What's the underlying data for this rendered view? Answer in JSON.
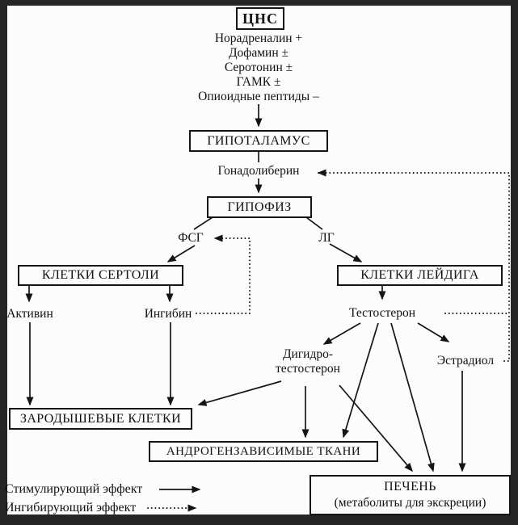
{
  "frame": {
    "paper_color": "#fcfcfc",
    "border_color": "#262626",
    "ink_color": "#151515"
  },
  "nodes": {
    "cns": "ЦНС",
    "hypothalamus": "ГИПОТАЛАМУС",
    "pituitary": "ГИПОФИЗ",
    "sertoli": "КЛЕТКИ СЕРТОЛИ",
    "leydig": "КЛЕТКИ ЛЕЙДИГА",
    "germ_cells": "ЗАРОДЫШЕВЫЕ КЛЕТКИ",
    "androgen_tissues": "АНДРОГЕНЗАВИСИМЫЕ ТКАНИ",
    "liver_title": "ПЕЧЕНЬ",
    "liver_subtitle": "(метаболиты для экскреции)"
  },
  "neurotransmitters": [
    "Норадреналин +",
    "Дофамин ±",
    "Серотонин ±",
    "ГАМК ±",
    "Опиоидные пептиды –"
  ],
  "hormones": {
    "gonadoliberin": "Гонадолиберин",
    "fsh": "ФСГ",
    "lh": "ЛГ",
    "activin": "Активин",
    "inhibin": "Ингибин",
    "testosterone": "Тестостерон",
    "dht_line1": "Дигидро-",
    "dht_line2": "тестостерон",
    "estradiol": "Эстрадиол"
  },
  "legend": {
    "stimulating": "Стимулирующий эффект",
    "inhibiting": "Ингибирующий эффект"
  },
  "edges": [
    {
      "from": "ЦНС (нейромедиаторы)",
      "to": "ГИПОТАЛАМУС",
      "type": "stimulating"
    },
    {
      "from": "ГИПОТАЛАМУС",
      "to": "Гонадолиберин",
      "type": "plain"
    },
    {
      "from": "Гонадолиберин",
      "to": "ГИПОФИЗ",
      "type": "stimulating"
    },
    {
      "from": "ГИПОФИЗ",
      "to": "ФСГ",
      "type": "plain"
    },
    {
      "from": "ГИПОФИЗ",
      "to": "ЛГ",
      "type": "plain"
    },
    {
      "from": "ФСГ",
      "to": "КЛЕТКИ СЕРТОЛИ",
      "type": "stimulating"
    },
    {
      "from": "ЛГ",
      "to": "КЛЕТКИ ЛЕЙДИГА",
      "type": "stimulating"
    },
    {
      "from": "КЛЕТКИ СЕРТОЛИ",
      "to": "Активин",
      "type": "stimulating"
    },
    {
      "from": "КЛЕТКИ СЕРТОЛИ",
      "to": "Ингибин",
      "type": "stimulating"
    },
    {
      "from": "Активин",
      "to": "ЗАРОДЫШЕВЫЕ КЛЕТКИ",
      "type": "stimulating"
    },
    {
      "from": "Ингибин",
      "to": "ЗАРОДЫШЕВЫЕ КЛЕТКИ",
      "type": "stimulating"
    },
    {
      "from": "Ингибин",
      "to": "ФСГ",
      "type": "inhibiting"
    },
    {
      "from": "КЛЕТКИ ЛЕЙДИГА",
      "to": "Тестостерон",
      "type": "stimulating"
    },
    {
      "from": "Тестостерон",
      "to": "Дигидро-тестостерон",
      "type": "stimulating"
    },
    {
      "from": "Тестостерон",
      "to": "АНДРОГЕНЗАВИСИМЫЕ ТКАНИ",
      "type": "stimulating"
    },
    {
      "from": "Тестостерон",
      "to": "ПЕЧЕНЬ",
      "type": "stimulating"
    },
    {
      "from": "Тестостерон",
      "to": "Эстрадиол",
      "type": "stimulating"
    },
    {
      "from": "Тестостерон",
      "to": "Гонадолиберин",
      "type": "inhibiting"
    },
    {
      "from": "Дигидро-тестостерон",
      "to": "ЗАРОДЫШЕВЫЕ КЛЕТКИ",
      "type": "stimulating"
    },
    {
      "from": "Дигидро-тестостерон",
      "to": "АНДРОГЕНЗАВИСИМЫЕ ТКАНИ",
      "type": "stimulating"
    },
    {
      "from": "Дигидро-тестостерон",
      "to": "ПЕЧЕНЬ",
      "type": "stimulating"
    },
    {
      "from": "Эстрадиол",
      "to": "ПЕЧЕНЬ",
      "type": "stimulating"
    },
    {
      "from": "Эстрадиол",
      "to": "Гонадолиберин",
      "type": "inhibiting"
    }
  ]
}
